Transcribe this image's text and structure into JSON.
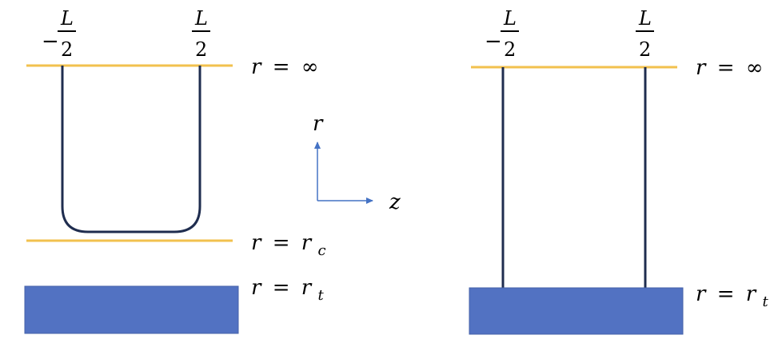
{
  "colors": {
    "horizon_line": "#F2C14E",
    "string": "#1F2D4F",
    "brane": "#5272C2",
    "brane_edge": "#4561A8",
    "axes": "#4472C4",
    "text": "#000000"
  },
  "left_panel": {
    "left_endpoint": {
      "sign": "−",
      "numerator": "L",
      "denominator": "2"
    },
    "right_endpoint": {
      "numerator": "L",
      "denominator": "2"
    },
    "infinity_label": {
      "var": "r",
      "eq": "=",
      "value": "∞"
    },
    "cutoff_label": {
      "var": "r",
      "eq": "=",
      "value": "r",
      "sub": "c"
    },
    "brane_label": {
      "var": "r",
      "eq": "=",
      "value": "r",
      "sub": "t"
    }
  },
  "axes": {
    "vertical_label": "r",
    "horizontal_label": "z"
  },
  "right_panel": {
    "left_endpoint": {
      "sign": "−",
      "numerator": "L",
      "denominator": "2"
    },
    "right_endpoint": {
      "numerator": "L",
      "denominator": "2"
    },
    "infinity_label": {
      "var": "r",
      "eq": "=",
      "value": "∞"
    },
    "brane_label": {
      "var": "r",
      "eq": "=",
      "value": "r",
      "sub": "t"
    }
  }
}
